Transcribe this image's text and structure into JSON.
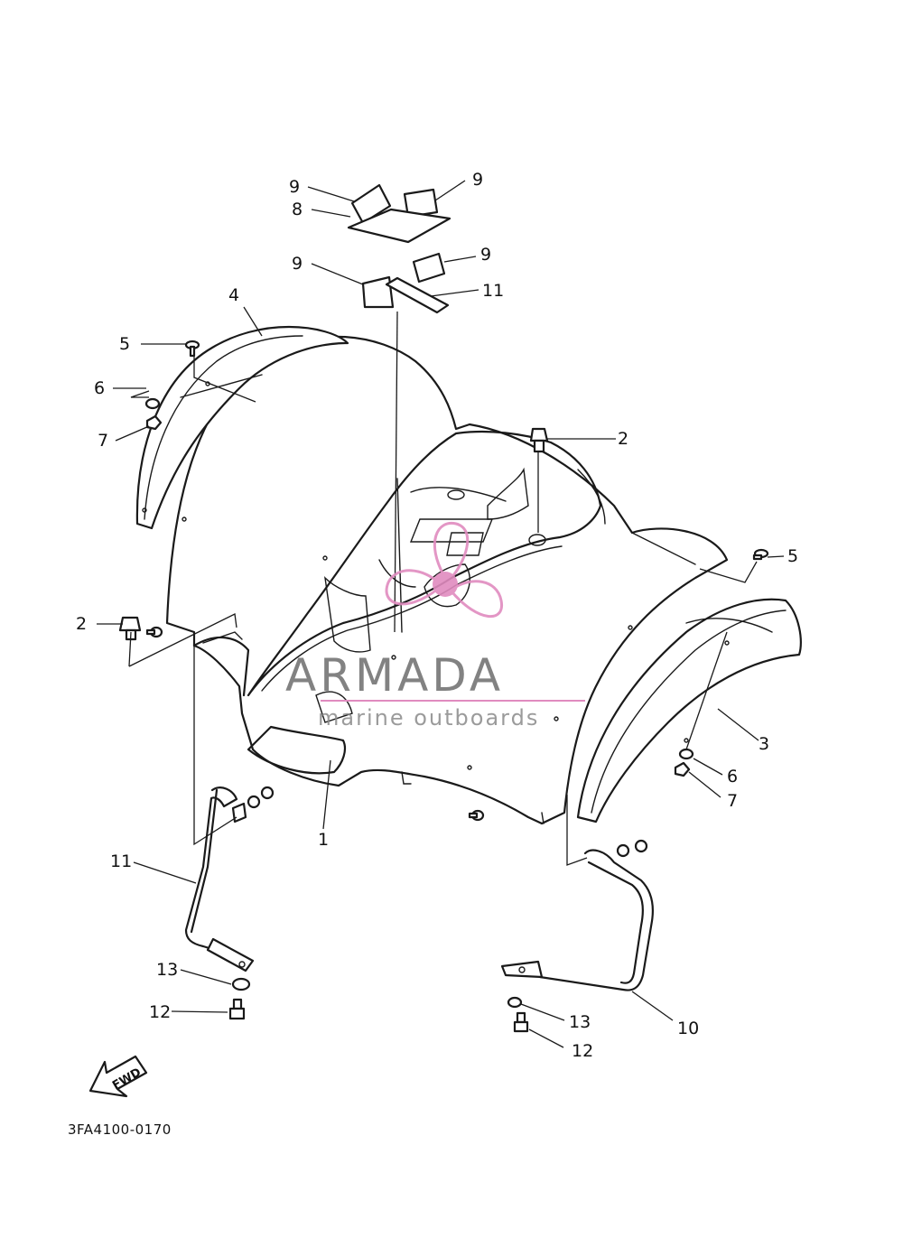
{
  "diagram": {
    "part_number": "3FA4100-0170",
    "fwd_label": "FWD",
    "callouts": {
      "c1": "1",
      "c2a": "2",
      "c2b": "2",
      "c3": "3",
      "c4": "4",
      "c5a": "5",
      "c5b": "5",
      "c6a": "6",
      "c6b": "6",
      "c7a": "7",
      "c7b": "7",
      "c8": "8",
      "c9a": "9",
      "c9b": "9",
      "c9c": "9",
      "c9d": "9",
      "c10": "10",
      "c11a": "11",
      "c11b": "11",
      "c12a": "12",
      "c12b": "12",
      "c13a": "13",
      "c13b": "13"
    }
  },
  "watermark": {
    "title": "ARMADA",
    "subtitle": "marine outboards",
    "accent_color": "#e08bbf"
  }
}
